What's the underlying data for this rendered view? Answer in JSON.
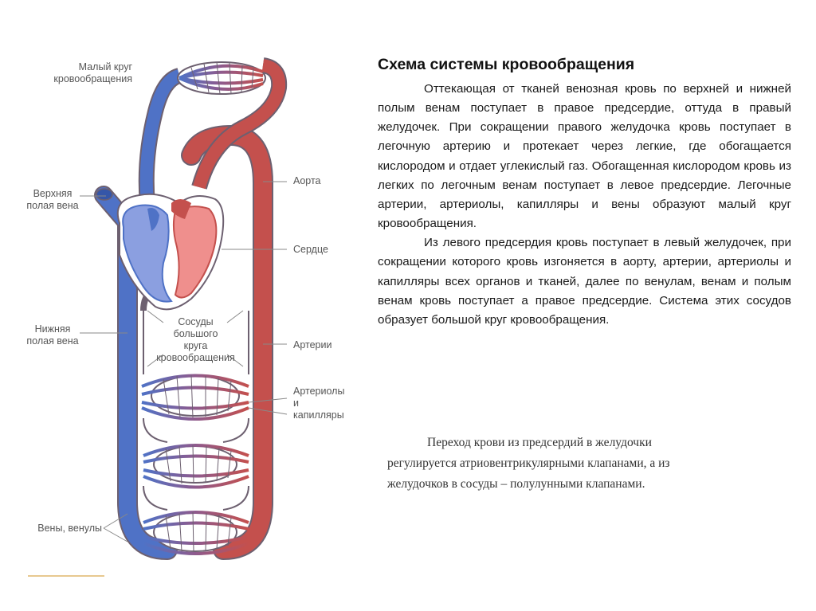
{
  "diagram": {
    "colors": {
      "venous": "#4f72c6",
      "venous_light": "#8b9fe0",
      "arterial": "#c4504d",
      "arterial_light": "#ef8f8d",
      "capillary": "#8f5a8c",
      "outline": "#6d6070",
      "label": "#555555",
      "pointer": "#888888"
    },
    "labels": {
      "pulmonary_circuit": [
        "Малый круг",
        "кровообращения"
      ],
      "superior_vena_cava": [
        "Верхняя",
        "полая вена"
      ],
      "inferior_vena_cava": [
        "Нижняя",
        "полая вена"
      ],
      "aorta": "Аорта",
      "heart": "Сердце",
      "systemic_vessels": [
        "Сосуды",
        "большого",
        "круга",
        "кровообращения"
      ],
      "arteries": "Артерии",
      "arterioles_capillaries": [
        "Артериолы",
        "и",
        "капилляры"
      ],
      "veins_venules": "Вены, венулы"
    }
  },
  "text": {
    "title": "Схема системы кровообращения",
    "paragraph1": "Оттекающая от тканей  венозная кровь по верхней и нижней полым венам поступает в правое предсердие, оттуда в правый желудочек. При сокращении правого желудочка кровь поступает в легочную артерию и протекает через легкие, где обогащается кислородом и отдает углекислый газ. Обогащенная кислородом кровь из легких по легочным венам поступает в левое предсердие. Легочные артерии, артериолы, капилляры и вены образуют малый круг кровообращения.",
    "paragraph2": "Из левого предсердия кровь поступает в левый желудочек, при сокращении которого кровь изгоняется в аорту, артерии, артериолы и капилляры всех органов и тканей, далее по венулам, венам и полым венам кровь поступает а правое предсердие. Система этих сосудов образует большой круг кровообращения.",
    "note_line1": "Переход крови из предсердий в желудочки",
    "note_line2": "регулируется атриовентрикулярными клапанами, а из",
    "note_line3": "желудочков в сосуды – полулунными клапанами."
  }
}
